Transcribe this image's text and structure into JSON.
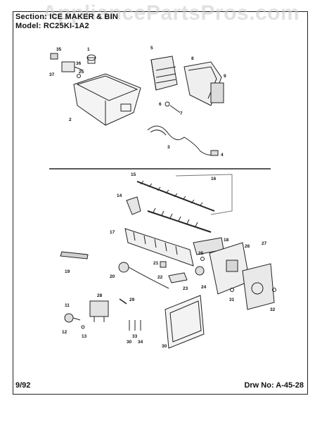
{
  "header": {
    "section_line": "Section: ICE MAKER & BIN",
    "model_line": "Model: RC25KI-1A2"
  },
  "watermark": "AppliancePartsPros.com",
  "footer": {
    "date": "9/92",
    "drawing_number": "Drw No: A-45-28"
  },
  "callouts": {
    "c1": "1",
    "c2": "2",
    "c3": "3",
    "c4": "4",
    "c5": "5",
    "c6": "6",
    "c7": "7",
    "c8": "8",
    "c9": "9",
    "c15": "15",
    "c16": "16",
    "c14": "14",
    "c17": "17",
    "c18": "18",
    "c19": "19",
    "c20": "20",
    "c21": "21",
    "c22": "22",
    "c23": "23",
    "c24": "24",
    "c25a": "25",
    "c25b": "25",
    "c26": "26",
    "c27": "27",
    "c28": "28",
    "c29": "29",
    "c30a": "30",
    "c30b": "30",
    "c31": "31",
    "c32": "32",
    "c33": "33",
    "c34": "34",
    "c35": "35",
    "c36": "36",
    "c37": "37",
    "c11": "11",
    "c12": "12",
    "c13": "13"
  }
}
